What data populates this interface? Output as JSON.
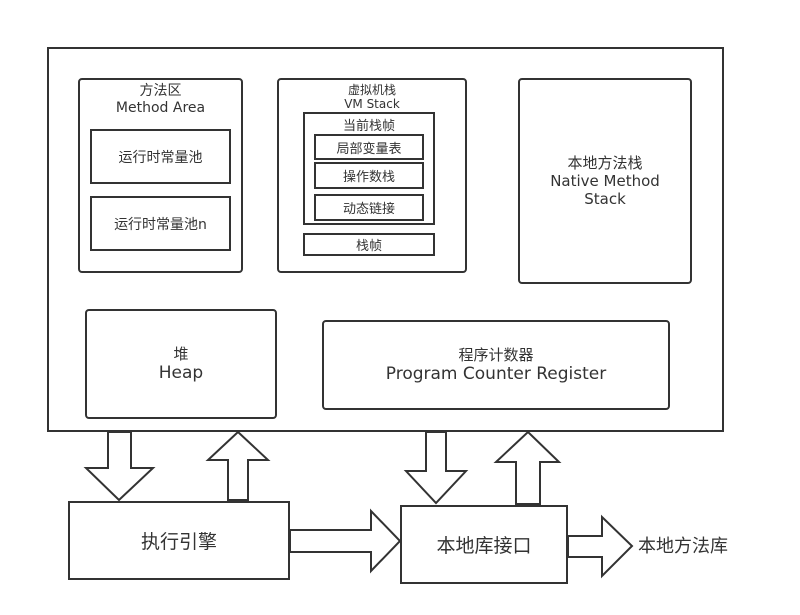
{
  "diagram": {
    "runtime_area": {
      "method_area": {
        "title_cn": "方法区",
        "title_en": "Method Area",
        "items": [
          "运行时常量池",
          "运行时常量池n"
        ]
      },
      "vm_stack": {
        "title_cn": "虚拟机栈",
        "title_en": "VM Stack",
        "current_frame": {
          "title": "当前栈帧",
          "items": [
            "局部变量表",
            "操作数栈",
            "动态链接"
          ]
        },
        "frame_label": "栈帧"
      },
      "native_method_stack": {
        "title_cn": "本地方法栈",
        "title_en_line1": "Native Method",
        "title_en_line2": "Stack"
      },
      "heap": {
        "title_cn": "堆",
        "title_en": "Heap"
      },
      "pc_register": {
        "title_cn": "程序计数器",
        "title_en": "Program Counter Register"
      }
    },
    "execution_engine": "执行引擎",
    "native_interface": "本地库接口",
    "native_library": "本地方法库",
    "stroke_color": "#333333"
  }
}
